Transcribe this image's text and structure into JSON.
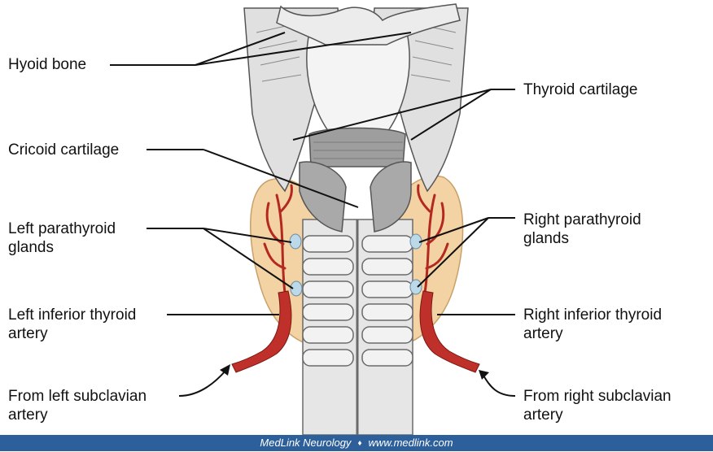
{
  "labels": {
    "hyoid_bone": "Hyoid bone",
    "thyroid_cartilage": "Thyroid cartilage",
    "cricoid_cartilage": "Cricoid cartilage",
    "left_parathyroid": [
      "Left parathyroid",
      "glands"
    ],
    "right_parathyroid": [
      "Right parathyroid",
      "glands"
    ],
    "left_inferior_thyroid_artery": [
      "Left inferior thyroid",
      "artery"
    ],
    "right_inferior_thyroid_artery": [
      "Right inferior thyroid",
      "artery"
    ],
    "from_left_subclavian": [
      "From left subclavian",
      "artery"
    ],
    "from_right_subclavian": [
      "From right subclavian",
      "artery"
    ]
  },
  "footer": {
    "brand": "MedLink Neurology",
    "separator": "♦",
    "url": "www.medlink.com"
  },
  "colors": {
    "cartilage": "#d9d9d9",
    "cartilage_dark": "#9a9a9a",
    "thyroid_tissue": "#f3d3a4",
    "artery": "#c0302a",
    "parathyroid": "#bcd9ea",
    "footer_bar": "#2d5f9a"
  }
}
